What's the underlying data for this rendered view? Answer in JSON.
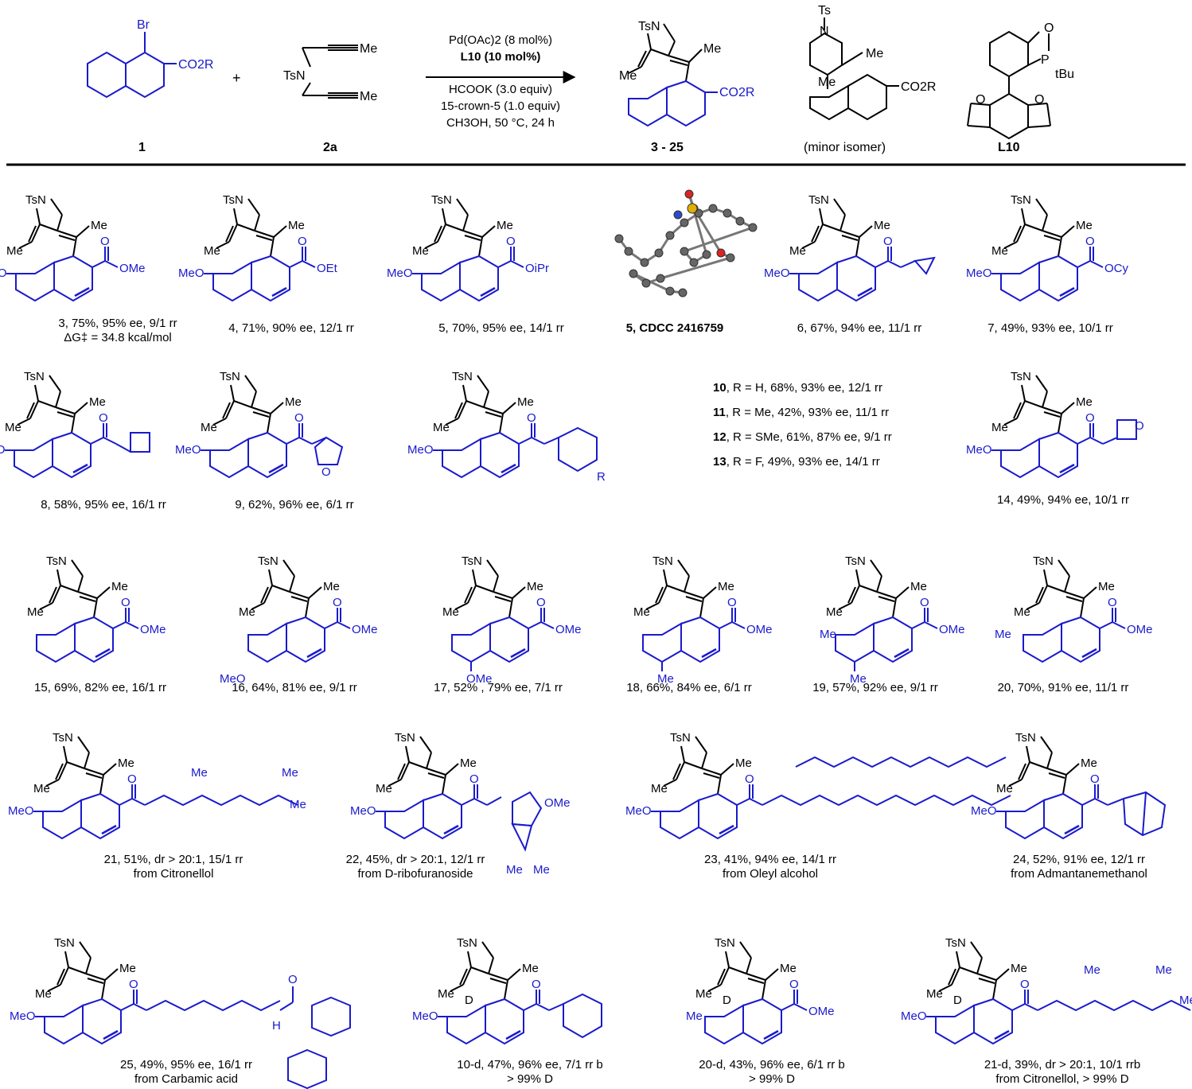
{
  "colors": {
    "substrate": "#1a1acc",
    "scaffold": "#000000"
  },
  "scheme": {
    "reagent_1": {
      "label": "1",
      "br": "Br",
      "ester": "CO2R"
    },
    "plus": "+",
    "reagent_2a": {
      "label": "2a",
      "tsn": "TsN",
      "me_top": "Me",
      "me_bottom": "Me"
    },
    "conditions": [
      "Pd(OAc)2 (8 mol%)",
      "L10 (10 mol%)",
      "HCOOK (3.0 equiv)",
      "15-crown-5 (1.0 equiv)",
      "CH3OH, 50 °C, 24 h"
    ],
    "product": {
      "label": "3 - 25",
      "tsn": "TsN",
      "me": "Me",
      "ester": "CO2R"
    },
    "minor": {
      "caption": "(minor isomer)",
      "ts": "Ts",
      "n": "N",
      "me1": "Me",
      "me2": "Me",
      "ester": "CO2R"
    },
    "ligand": {
      "label": "L10",
      "o": "O",
      "p": "P",
      "tbu": "tBu"
    }
  },
  "common": {
    "tsn": "TsN",
    "me": "Me",
    "ome": "MeO",
    "d": "D"
  },
  "row1": [
    {
      "id": "3",
      "caption": "3, 75%, 95% ee, 9/1 rr",
      "caption2": "ΔG‡ = 34.8 kcal/mol",
      "ester": "OMe"
    },
    {
      "id": "4",
      "caption": "4, 71%, 90% ee, 12/1 rr",
      "ester": "OEt"
    },
    {
      "id": "5",
      "caption": "5, 70%, 95% ee, 14/1 rr",
      "ester": "OiPr"
    },
    {
      "id": "5x",
      "caption": "5, CDCC 2416759"
    },
    {
      "id": "6",
      "caption": "6, 67%, 94% ee, 11/1 rr"
    },
    {
      "id": "7",
      "caption": "7, 49%, 93% ee, 10/1 rr",
      "ester": "OCy"
    }
  ],
  "row2": [
    {
      "id": "8",
      "caption": "8, 58%, 95% ee, 16/1 rr"
    },
    {
      "id": "9",
      "caption": "9, 62%, 96% ee, 6/1 rr"
    },
    {
      "id": "10-13",
      "r": "R"
    },
    {
      "id": "14",
      "caption": "14, 49%, 94% ee, 10/1 rr"
    }
  ],
  "r_list": [
    {
      "num": "10",
      "text": ", R = H,  68%, 93% ee, 12/1 rr"
    },
    {
      "num": "11",
      "text": ", R = Me, 42%, 93% ee, 11/1 rr"
    },
    {
      "num": "12",
      "text": ", R = SMe, 61%, 87% ee, 9/1 rr"
    },
    {
      "num": "13",
      "text": ", R = F, 49%, 93% ee, 14/1 rr"
    }
  ],
  "row3": [
    {
      "id": "15",
      "caption": "15, 69%, 82% ee, 16/1 rr"
    },
    {
      "id": "16",
      "caption": "16, 64%, 81% ee, 9/1 rr"
    },
    {
      "id": "17",
      "caption": "17, 52% , 79% ee, 7/1 rr",
      "sub": "OMe"
    },
    {
      "id": "18",
      "caption": "18, 66%, 84% ee, 6/1 rr",
      "sub": "Me"
    },
    {
      "id": "19",
      "caption": "19, 57%, 92% ee, 9/1 rr",
      "sub": "Me"
    },
    {
      "id": "20",
      "caption": "20, 70%, 91% ee, 11/1 rr"
    }
  ],
  "row4": [
    {
      "id": "21",
      "caption": "21, 51%, dr > 20:1, 15/1 rr",
      "caption2": "from Citronellol"
    },
    {
      "id": "22",
      "caption": "22,  45%, dr > 20:1, 12/1 rr",
      "caption2": "from D-ribofuranoside",
      "ome": "OMe"
    },
    {
      "id": "23",
      "caption": "23, 41%, 94% ee, 14/1 rr",
      "caption2": "from Oleyl alcohol"
    },
    {
      "id": "24",
      "caption": "24, 52%, 91% ee, 12/1 rr",
      "caption2": "from Admantanemethanol"
    }
  ],
  "row5": [
    {
      "id": "25",
      "caption": "25, 49%, 95% ee, 16/1 rr",
      "caption2": "from Carbamic acid",
      "nh": "H"
    },
    {
      "id": "10-d",
      "caption": "10-d, 47%,  96% ee, 7/1 rr b",
      "caption2": "> 99% D"
    },
    {
      "id": "20-d",
      "caption": "20-d, 43%, 96% ee, 6/1 rr b",
      "caption2": "> 99% D"
    },
    {
      "id": "21-d",
      "caption": "21-d, 39%,  dr > 20:1, 10/1 rrb",
      "caption2": "from Citronellol, > 99% D"
    }
  ]
}
